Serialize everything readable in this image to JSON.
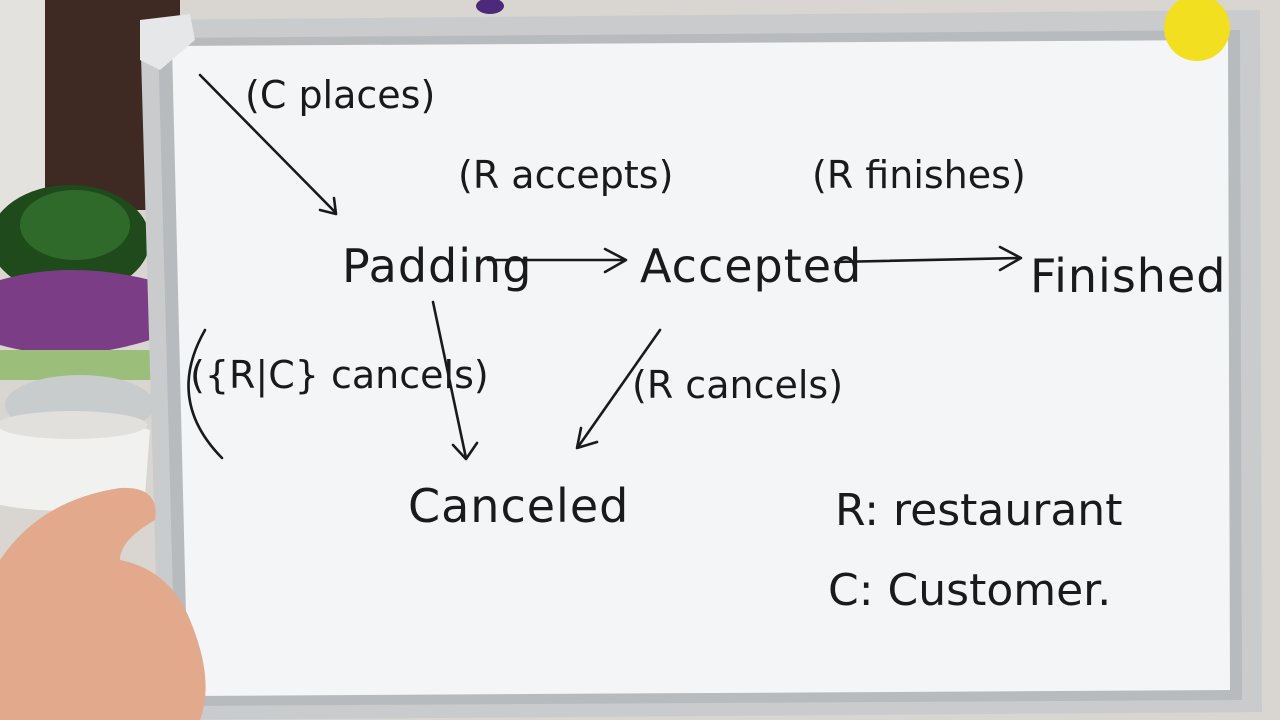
{
  "diagram": {
    "states": {
      "padding": "Padding",
      "accepted": "Accepted",
      "finished": "Finished",
      "canceled": "Canceled"
    },
    "transitions": {
      "c_places": "(C places)",
      "r_accepts": "(R accepts)",
      "r_finish": "(R finishes)",
      "rc_cancels": "({R|C} cancels)",
      "r_cancels": "(R cancels)"
    },
    "legend": {
      "r": "R: restaurant",
      "c": "C: Customer."
    }
  },
  "colors": {
    "ink": "#1a1a1a",
    "board": "#f4f5f7",
    "frame": "#c9cbcd",
    "magnet": "#f2df1f",
    "wall": "#3e2a22"
  }
}
